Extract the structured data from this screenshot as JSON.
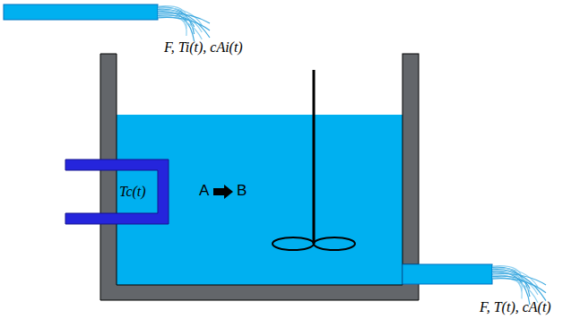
{
  "diagram": {
    "labels": [
      "F, Ti(t), cAi(t)",
      "Tc(t)",
      "A",
      "B",
      "F, T(t), cA(t)"
    ]
  }
}
